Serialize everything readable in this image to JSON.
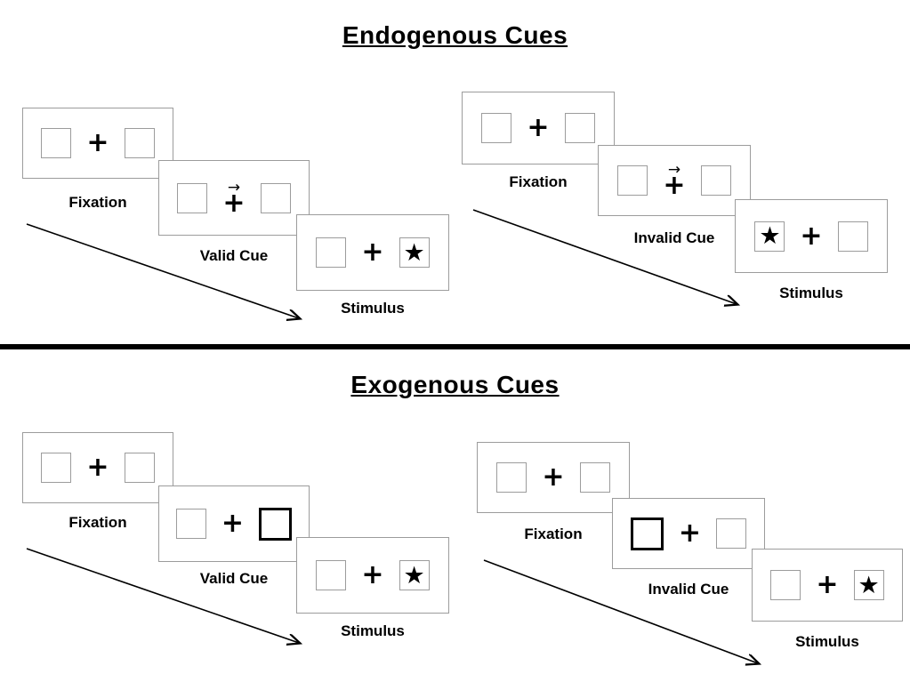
{
  "titles": {
    "endogenous": "Endogenous Cues",
    "exogenous": "Exogenous Cues"
  },
  "glyphs": {
    "plus": "+",
    "arrow": "→",
    "star": "★"
  },
  "sequences": {
    "endo_valid": {
      "labels": {
        "fixation": "Fixation",
        "cue": "Valid Cue",
        "stimulus": "Stimulus"
      },
      "cue_type": "central-arrow-right",
      "target_side": "right"
    },
    "endo_invalid": {
      "labels": {
        "fixation": "Fixation",
        "cue": "Invalid Cue",
        "stimulus": "Stimulus"
      },
      "cue_type": "central-arrow-right",
      "target_side": "left"
    },
    "exo_valid": {
      "labels": {
        "fixation": "Fixation",
        "cue": "Valid Cue",
        "stimulus": "Stimulus"
      },
      "cue_type": "peripheral-box-right",
      "target_side": "right"
    },
    "exo_invalid": {
      "labels": {
        "fixation": "Fixation",
        "cue": "Invalid Cue",
        "stimulus": "Stimulus"
      },
      "cue_type": "peripheral-box-left",
      "target_side": "right"
    }
  }
}
